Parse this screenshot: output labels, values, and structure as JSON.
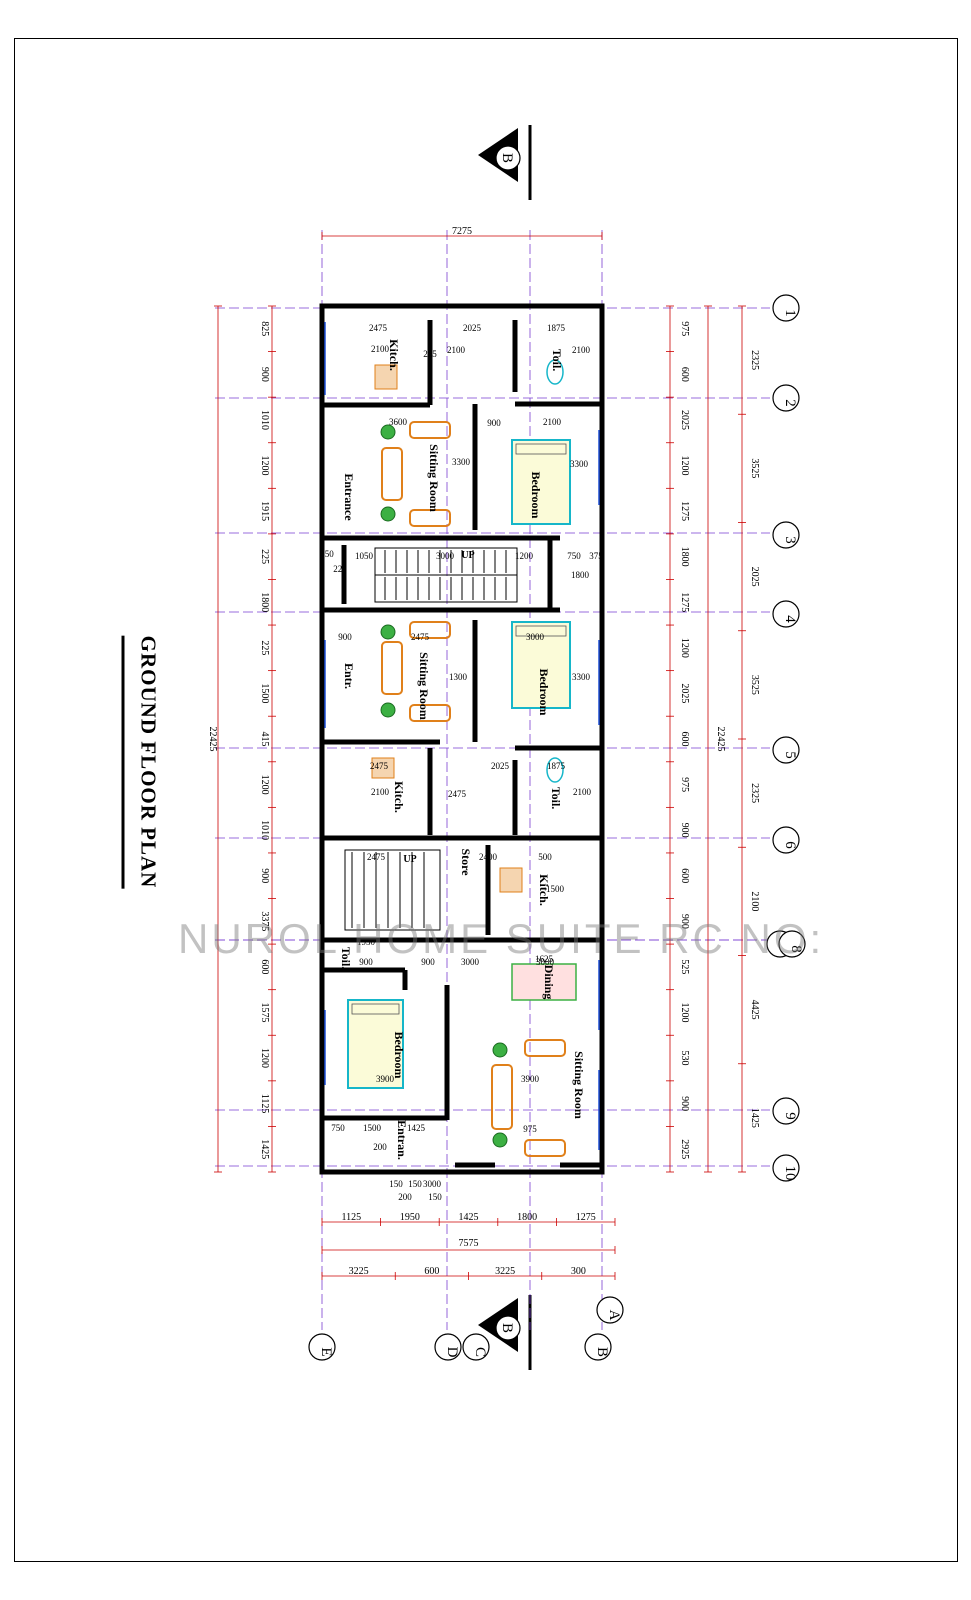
{
  "title": "GROUND FLOOR PLAN",
  "watermark": "NUROL HOME SUITE RC NO:",
  "colors": {
    "wall": "#000000",
    "dim": "#cc0000",
    "grid": "#7a3fd1",
    "furniture": "#e0801a",
    "bath": "#16b6c9",
    "green": "#3cb043"
  },
  "section_markers": {
    "top": "B",
    "bottom": "B"
  },
  "dims_top": [
    "7275"
  ],
  "dims_bottom_1": [
    "1125",
    "1950",
    "1425",
    "1800",
    "1275"
  ],
  "dims_bottom_total": "7575",
  "dims_bottom_2": [
    "3225",
    "600",
    "3225",
    "300"
  ],
  "dims_left_inner": [
    "825",
    "900",
    "1010",
    "1200",
    "1915",
    "225",
    "1800",
    "225",
    "1500",
    "415",
    "1200",
    "1010",
    "900",
    "3375",
    "600",
    "1575",
    "1200",
    "1125",
    "1425"
  ],
  "dims_left_total": "22425",
  "dims_right_inner": [
    "975",
    "600",
    "2025",
    "1200",
    "1275",
    "1800",
    "1275",
    "1200",
    "2025",
    "600",
    "975",
    "900",
    "600",
    "900",
    "525",
    "1200",
    "530",
    "900",
    "2925"
  ],
  "dims_right_outer": [
    "2325",
    "3525",
    "2025",
    "3525",
    "2325",
    "2100",
    "4425",
    "1425"
  ],
  "dims_right_total": "22425",
  "grid_rows": [
    "1",
    "2",
    "3",
    "4",
    "5",
    "6",
    "7",
    "8",
    "9",
    "10"
  ],
  "grid_cols_bottom": [
    "E",
    "D",
    "C",
    "A",
    "B"
  ],
  "rooms": [
    "Kitch.",
    "Toil.",
    "Sitting Room",
    "Entrance",
    "Bedroom",
    "Sitting Room",
    "Bedroom",
    "Entr.",
    "Kitch.",
    "Toil.",
    "Store",
    "Kitch.",
    "Toil.",
    "Dining",
    "Bedroom",
    "Sitting Room",
    "Entran."
  ],
  "labels_misc": [
    "UP",
    "UP"
  ],
  "interior_dims": [
    "2475",
    "2025",
    "1875",
    "2100",
    "2100",
    "2100",
    "225",
    "3600",
    "900",
    "2100",
    "3300",
    "3300",
    "1050",
    "3000",
    "1200",
    "750",
    "375",
    "150",
    "225",
    "1800",
    "900",
    "2475",
    "3000",
    "1300",
    "3300",
    "2025",
    "1875",
    "2475",
    "2100",
    "2100",
    "2475",
    "2475",
    "500",
    "2400",
    "1500",
    "1950",
    "900",
    "900",
    "3000",
    "3000",
    "3900",
    "3900",
    "975",
    "750",
    "1500",
    "1425",
    "200",
    "200",
    "150",
    "150",
    "150",
    "3000",
    "1625"
  ]
}
